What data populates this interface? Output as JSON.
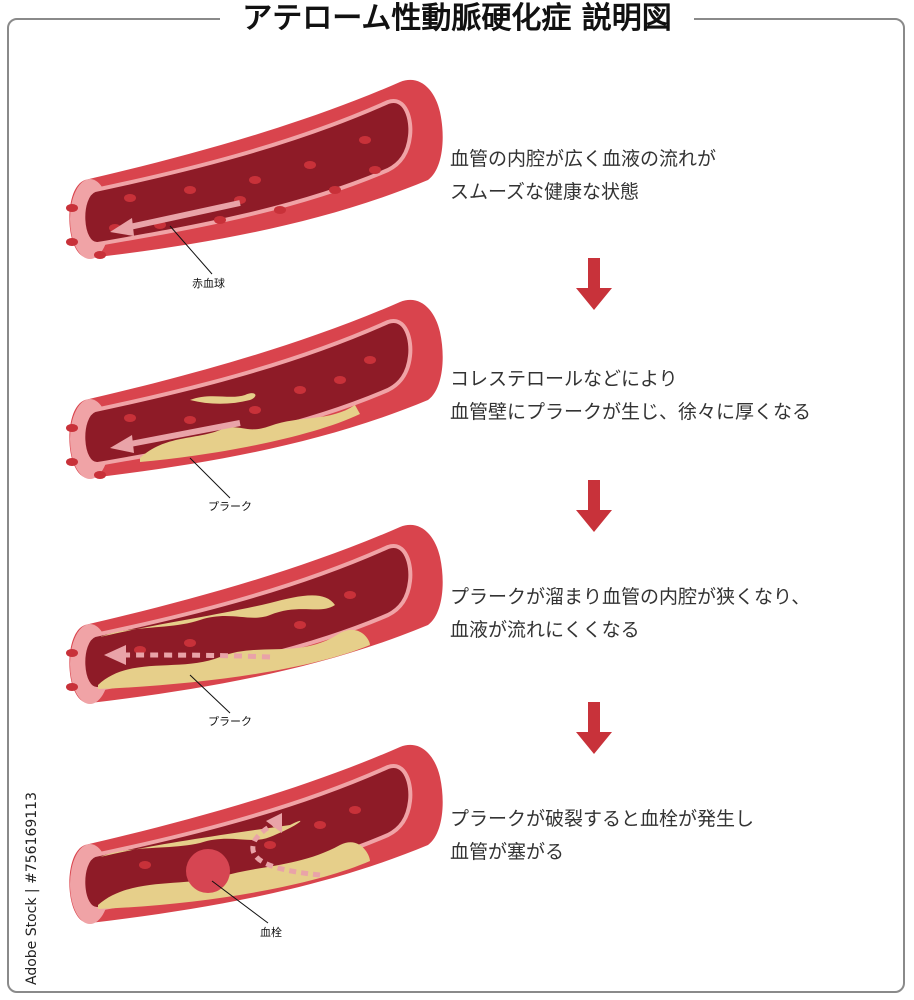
{
  "title": "アテローム性動脈硬化症 説明図",
  "colors": {
    "vessel_outer": "#d9444d",
    "vessel_rim": "#f0a3a6",
    "lumen": "#8e1b27",
    "rbc": "#c83139",
    "plaque": "#e6cf8a",
    "plaque_dark": "#c9aa55",
    "arrow": "#c8323a",
    "clot": "#d64552"
  },
  "stages": [
    {
      "lines": [
        "血管の内腔が広く血液の流れが",
        "スムーズな健康な状態"
      ],
      "label": "赤血球"
    },
    {
      "lines": [
        "コレステロールなどにより",
        "血管壁にプラークが生じ、徐々に厚くなる"
      ],
      "label": "プラーク"
    },
    {
      "lines": [
        "プラークが溜まり血管の内腔が狭くなり、",
        "血液が流れにくくなる"
      ],
      "label": "プラーク"
    },
    {
      "lines": [
        "プラークが破裂すると血栓が発生し",
        "血管が塞がる"
      ],
      "label": "血栓"
    }
  ],
  "credit": "Adobe Stock | #756169113"
}
